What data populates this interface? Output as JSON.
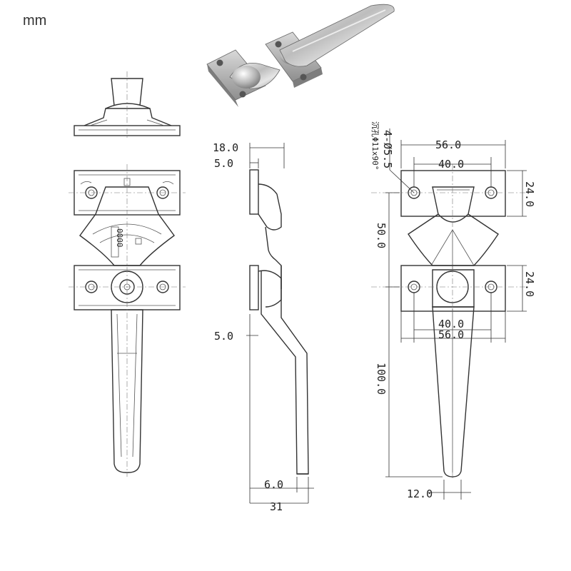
{
  "unit_label": "mm",
  "dimensions": {
    "side_top_width": "18.0",
    "side_plate_thickness": "5.0",
    "side_offset": "5.0",
    "side_tip_width": "6.0",
    "side_total_depth": "31",
    "front_plate_width": "56.0",
    "front_hole_spacing": "40.0",
    "front_top_plate_height": "24.0",
    "front_plate_gap": "50.0",
    "front_bottom_plate_height": "24.0",
    "front_bottom_hole_spacing": "40.0",
    "front_bottom_plate_width": "56.0",
    "front_handle_length": "100.0",
    "front_handle_tip_width": "12.0"
  },
  "hole_note": {
    "count_diameter": "4-Ø5.5",
    "countersink": "沉孔Φ11x90°"
  },
  "plan_view": {
    "stamp_text": "0000"
  }
}
